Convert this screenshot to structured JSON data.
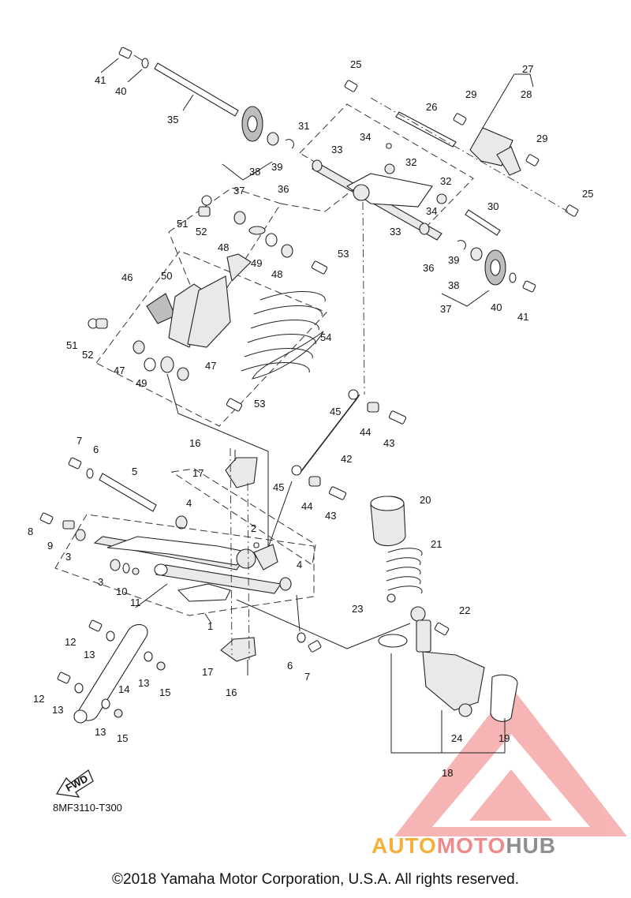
{
  "diagram": {
    "part_numbers": [
      "1",
      "2",
      "3",
      "4",
      "5",
      "6",
      "7",
      "8",
      "9",
      "10",
      "11",
      "12",
      "13",
      "14",
      "15",
      "16",
      "17",
      "18",
      "19",
      "20",
      "21",
      "22",
      "23",
      "24",
      "25",
      "26",
      "27",
      "28",
      "29",
      "30",
      "31",
      "32",
      "33",
      "34",
      "35",
      "36",
      "37",
      "38",
      "39",
      "40",
      "41",
      "42",
      "43",
      "44",
      "45",
      "46",
      "47",
      "48",
      "49",
      "50",
      "51",
      "52",
      "53",
      "54"
    ],
    "figure_code": "8MF3110-T300",
    "fwd_label": "FWD"
  },
  "watermark": {
    "part1": "AUTO",
    "part2": "MOTO",
    "part3": "HUB",
    "colors": {
      "auto": "#f3b03a",
      "moto": "#f08a8a",
      "hub": "#8f8f8f",
      "triangle": "#f07878"
    }
  },
  "footer": {
    "copyright": "©2018 Yamaha Motor Corporation, U.S.A. All rights reserved."
  }
}
